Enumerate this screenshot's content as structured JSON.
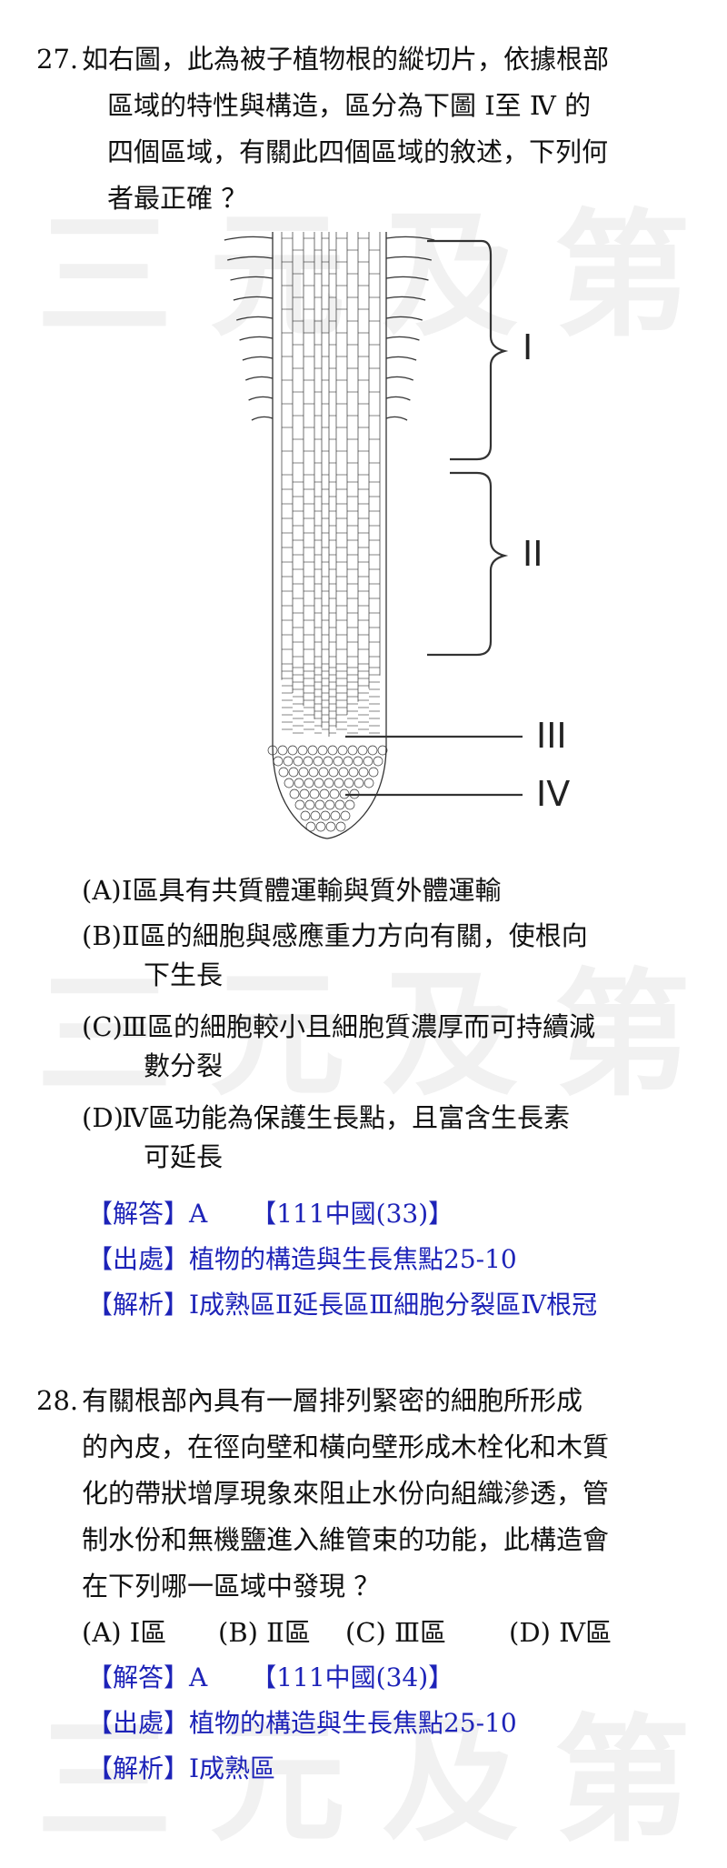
{
  "watermark": [
    "三",
    "元",
    "及",
    "第"
  ],
  "q27": {
    "number": "27.",
    "stem_lines": [
      "如右圖，此為被子植物根的縱切片，依據根部",
      "區域的特性與構造，區分為下圖 Ⅰ至 Ⅳ 的",
      "四個區域，有關此四個區域的敘述，下列何",
      "者最正確 ？"
    ],
    "figure_labels": [
      "I",
      "II",
      "III",
      "IV"
    ],
    "options": [
      {
        "label": "(A)",
        "lines": [
          "Ⅰ區具有共質體運輸與質外體運輸"
        ]
      },
      {
        "label": "(B)",
        "lines": [
          "Ⅱ區的細胞與感應重力方向有關，使根向",
          "下生長"
        ]
      },
      {
        "label": "(C)",
        "lines": [
          "Ⅲ區的細胞較小且細胞質濃厚而可持續減",
          "數分裂"
        ]
      },
      {
        "label": "(D)",
        "lines": [
          "Ⅳ區功能為保護生長點，且富含生長素",
          "可延長"
        ]
      }
    ],
    "answer": "【解答】A",
    "answer_source": "【111中國(33)】",
    "origin": "【出處】植物的構造與生長焦點25-10",
    "explanation": "【解析】Ⅰ成熟區Ⅱ延長區Ⅲ細胞分裂區Ⅳ根冠"
  },
  "q28": {
    "number": "28.",
    "stem_lines": [
      "有關根部內具有一層排列緊密的細胞所形成",
      "的內皮，在徑向壁和橫向壁形成木栓化和木質",
      "化的帶狀增厚現象來阻止水份向組織滲透，管",
      "制水份和無機鹽進入維管束的功能，此構造會",
      "在下列哪一區域中發現 ？"
    ],
    "options": [
      "(A) Ⅰ區",
      "(B) Ⅱ區",
      "(C) Ⅲ區",
      "(D) Ⅳ區"
    ],
    "answer": "【解答】A",
    "answer_source": "【111中國(34)】",
    "origin": "【出處】植物的構造與生長焦點25-10",
    "explanation": "【解析】Ⅰ成熟區"
  },
  "colors": {
    "answer_blue": "#1d23b8",
    "text": "#111111",
    "watermark": "#f1f1f1"
  }
}
